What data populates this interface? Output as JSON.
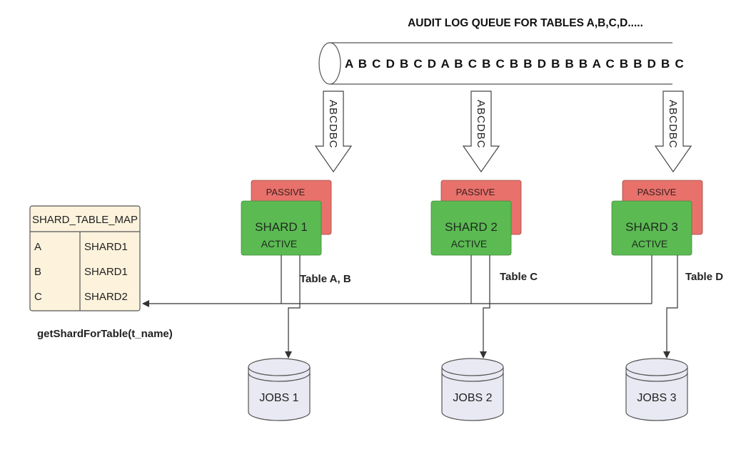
{
  "queue": {
    "title": "AUDIT LOG QUEUE FOR TABLES A,B,C,D.....",
    "sequence": "A B C D B C D A B C B C B B D B B B A C B B D B C"
  },
  "flow_arrows": [
    {
      "label": "ABCDBC"
    },
    {
      "label": "ABCDBC"
    },
    {
      "label": "ABCDBC"
    }
  ],
  "shards": [
    {
      "passive_label": "PASSIVE",
      "name": "SHARD 1",
      "active_label": "ACTIVE",
      "tables_label": "Table A, B",
      "db_label": "JOBS 1"
    },
    {
      "passive_label": "PASSIVE",
      "name": "SHARD 2",
      "active_label": "ACTIVE",
      "tables_label": "Table C",
      "db_label": "JOBS 2"
    },
    {
      "passive_label": "PASSIVE",
      "name": "SHARD 3",
      "active_label": "ACTIVE",
      "tables_label": "Table D",
      "db_label": "JOBS 3"
    }
  ],
  "shard_table_map": {
    "title": "SHARD_TABLE_MAP",
    "rows": [
      {
        "table": "A",
        "shard": "SHARD1"
      },
      {
        "table": "B",
        "shard": "SHARD1"
      },
      {
        "table": "C",
        "shard": "SHARD2"
      }
    ]
  },
  "lookup_function": "getShardForTable(t_name)",
  "colors": {
    "passive": "#e8716b",
    "active": "#5cba53",
    "map_fill": "#fdf3dd",
    "database": "#e9e9f3"
  }
}
